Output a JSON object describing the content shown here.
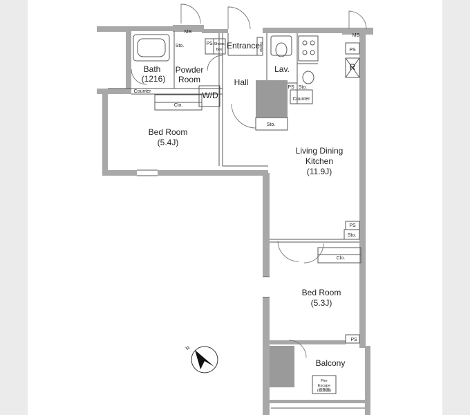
{
  "rooms": {
    "bath": "Bath",
    "bath_size": "(1216)",
    "powder_room_line1": "Powder",
    "powder_room_line2": "Room",
    "hall": "Hall",
    "entrance": "Entrance",
    "lav": "Lav.",
    "wd": "W/D",
    "bedroom1": "Bed Room",
    "bedroom1_size": "(5.4J)",
    "ldk_line1": "Living Dining",
    "ldk_line2": "Kitchen",
    "ldk_size": "(11.9J)",
    "bedroom2": "Bed Room",
    "bedroom2_size": "(5.3J)",
    "balcony": "Balcony"
  },
  "fixtures": {
    "mb": "MB",
    "ps": "PS",
    "r": "R",
    "sto": "Sto.",
    "clo": "Clo.",
    "counter": "Counter",
    "shoes_box_line1": "Shoes",
    "shoes_box_line2": "box",
    "niche": "Niche",
    "fire_escape_line1": "Fire",
    "fire_escape_line2": "Escape",
    "fire_escape_jp": "(避難器)"
  },
  "compass": {
    "north_label": "N"
  },
  "colors": {
    "wall": "#a8a8a8",
    "wall_dark": "#888888",
    "line": "#555555",
    "shade": "#9a9a9a"
  }
}
